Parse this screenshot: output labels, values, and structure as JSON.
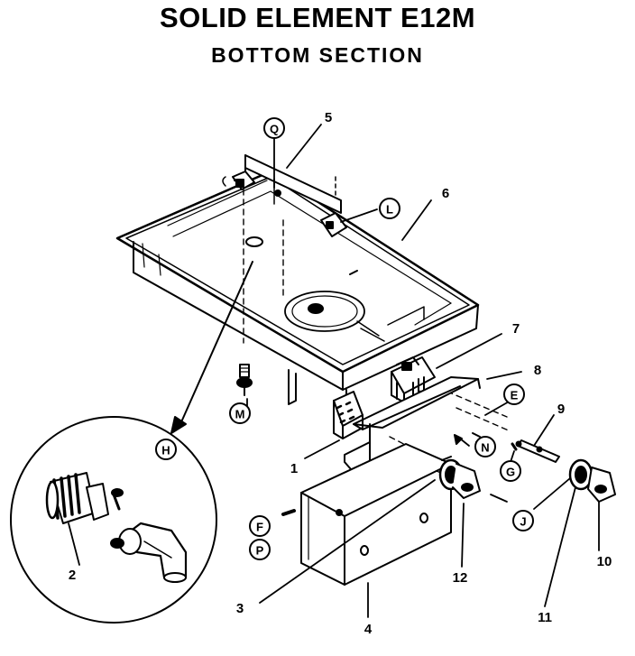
{
  "header": {
    "title": "SOLID ELEMENT E12M",
    "subtitle": "BOTTOM SECTION"
  },
  "numbers": {
    "n1": "1",
    "n2": "2",
    "n3": "3",
    "n4": "4",
    "n5": "5",
    "n6": "6",
    "n7": "7",
    "n8": "8",
    "n9": "9",
    "n10": "10",
    "n11": "11",
    "n12": "12"
  },
  "letters": {
    "Q": "Q",
    "L": "L",
    "M": "M",
    "H": "H",
    "E": "E",
    "N": "N",
    "G": "G",
    "J": "J",
    "F": "F",
    "P": "P"
  },
  "colors": {
    "ink": "#000000",
    "paper": "#ffffff"
  }
}
